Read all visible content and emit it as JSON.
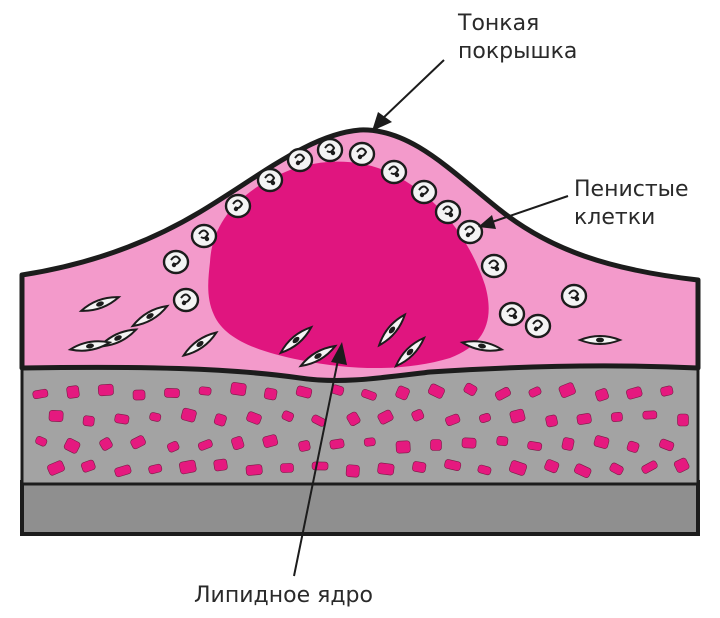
{
  "labels": {
    "thin_cap": [
      "Тонкая",
      "покрышка"
    ],
    "foam_cells": [
      "Пенистые",
      "клетки"
    ],
    "lipid_core": "Липидное ядро"
  },
  "colors": {
    "intima": "#f39acb",
    "lipid_core": "#e0157f",
    "media": "#a3a3a3",
    "adventitia": "#8f8f8f",
    "outline": "#1c1c1c",
    "cell_fill": "#f4f4f4",
    "muscle_cell": "#e5197f",
    "text": "#2a2a2a"
  }
}
